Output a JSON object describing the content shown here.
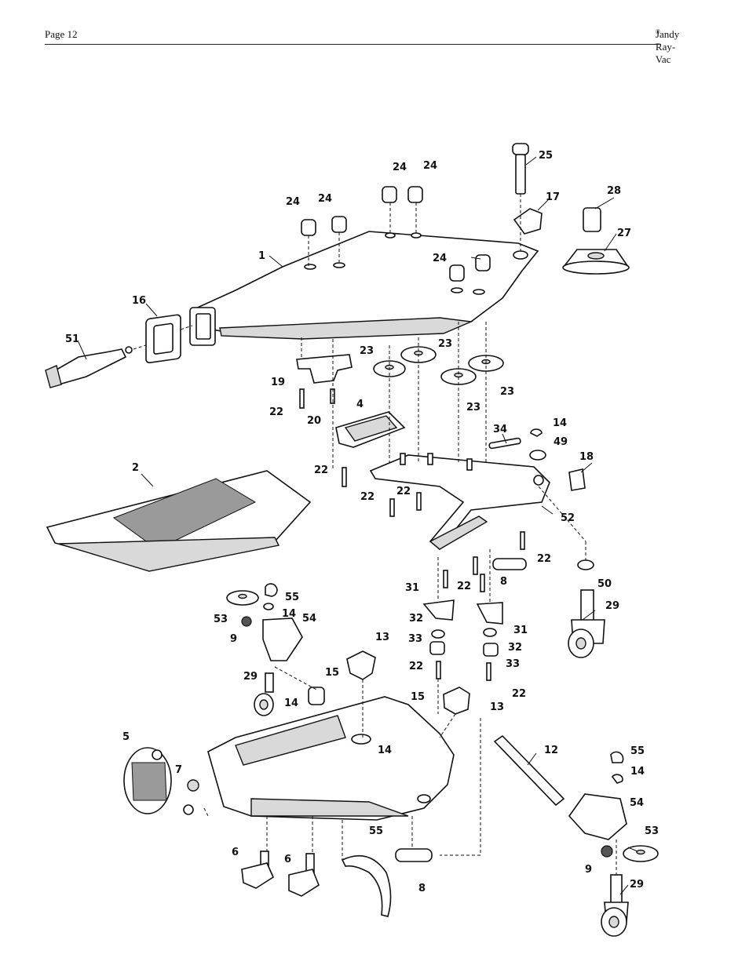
{
  "header": {
    "page": "Page 12",
    "brand": "Jandy Ray-Vac",
    "brand_mark": "®"
  },
  "callouts": {
    "c1": "1",
    "c2": "2",
    "c4": "4",
    "c5": "5",
    "c6a": "6",
    "c6b": "6",
    "c7": "7",
    "c8a": "8",
    "c8b": "8",
    "c9a": "9",
    "c9b": "9",
    "c12": "12",
    "c13a": "13",
    "c13b": "13",
    "c14a": "14",
    "c14b": "14",
    "c14c": "14",
    "c14d": "14",
    "c14e": "14",
    "c15a": "15",
    "c15b": "15",
    "c16": "16",
    "c17": "17",
    "c18": "18",
    "c19": "19",
    "c20": "20",
    "c22a": "22",
    "c22b": "22",
    "c22c": "22",
    "c22d": "22",
    "c22e": "22",
    "c22f": "22",
    "c22g": "22",
    "c22h": "22",
    "c23a": "23",
    "c23b": "23",
    "c23c": "23",
    "c23d": "23",
    "c24a": "24",
    "c24b": "24",
    "c24c": "24",
    "c24d": "24",
    "c24e": "24",
    "c25": "25",
    "c27": "27",
    "c28": "28",
    "c29a": "29",
    "c29b": "29",
    "c29c": "29",
    "c31a": "31",
    "c31b": "31",
    "c32a": "32",
    "c32b": "32",
    "c33a": "33",
    "c33b": "33",
    "c34": "34",
    "c49": "49",
    "c50": "50",
    "c51": "51",
    "c52": "52",
    "c53a": "53",
    "c53b": "53",
    "c54a": "54",
    "c54b": "54",
    "c55a": "55",
    "c55b": "55",
    "c55c": "55"
  }
}
